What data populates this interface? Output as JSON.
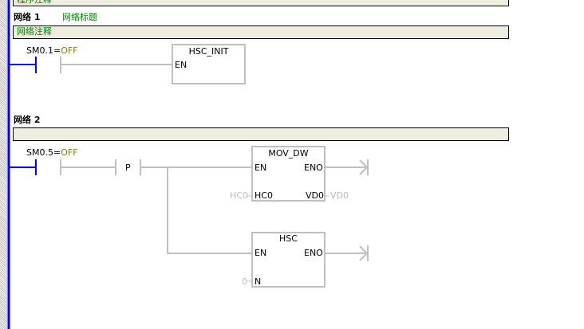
{
  "program_comment": "程序注释",
  "networks": [
    {
      "label": "网络 1",
      "title": "网络标题",
      "comment": "网络注释",
      "contact": {
        "address": "SM0.1",
        "state": "OFF"
      },
      "box": {
        "name": "HSC_INIT",
        "en": "EN"
      }
    },
    {
      "label": "网络 2",
      "title": "",
      "comment": "",
      "contact": {
        "address": "SM0.5",
        "state": "OFF"
      },
      "edge_contact": "P",
      "box1": {
        "name": "MOV_DW",
        "en": "EN",
        "eno": "ENO",
        "in_pin": "HC0",
        "in_value": "HC0",
        "out_pin": "VD0",
        "out_value": "VD0"
      },
      "box2": {
        "name": "HSC",
        "en": "EN",
        "eno": "ENO",
        "n_pin": "N",
        "n_value": "0"
      }
    }
  ],
  "colors": {
    "power_rail": "#0000ff",
    "wire": "#c0c0c0",
    "comment_bg": "#efede0",
    "comment_text": "#008000"
  }
}
